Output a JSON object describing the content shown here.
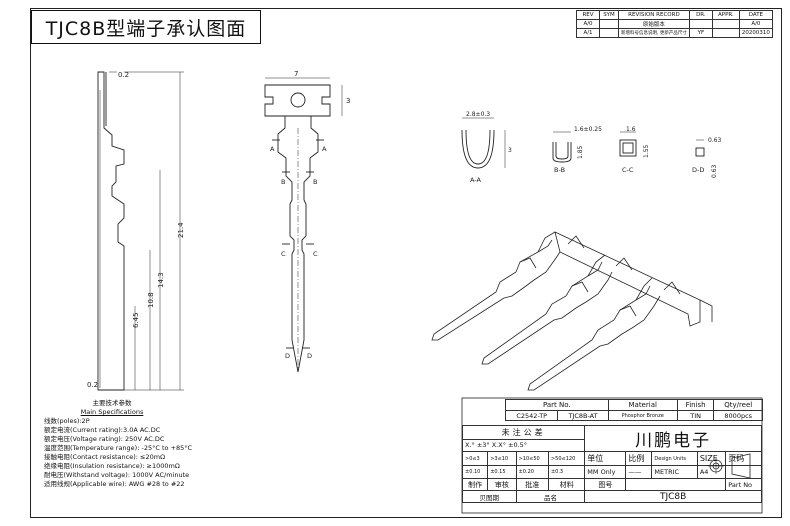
{
  "title": "TJC8B型端子承认图面",
  "revision_table": {
    "headers": [
      "REV",
      "SYM",
      "REVISION RECORD",
      "DR.",
      "APPR.",
      "DATE"
    ],
    "rows": [
      [
        "A/0",
        "",
        "原始版本",
        "",
        "",
        "A/0"
      ],
      [
        "A/1",
        "",
        "新增料号信息说明, 更新产品尺寸",
        "YF",
        "",
        "20200310"
      ]
    ]
  },
  "dimensions": {
    "thickness": "0.2",
    "width": "7",
    "height_top": "3",
    "len_21_4": "21.4",
    "len_14_3": "14.3",
    "len_10_8": "10.8",
    "len_6_45": "6.45",
    "sec_a_width": "2.8±0.3",
    "sec_b_width": "1.6±0.25",
    "sec_b_height": "1.85",
    "sec_c_width": "1.6",
    "sec_c_height": "1.55",
    "sec_d_width": "0.63",
    "sec_d_height": "0.63",
    "sec_a_height": "3"
  },
  "section_labels": [
    "A-A",
    "B-B",
    "C-C",
    "D-D"
  ],
  "cut_labels": [
    "A",
    "A",
    "B",
    "B",
    "C",
    "C",
    "D",
    "D"
  ],
  "specs": {
    "title_cn": "主要技术参数",
    "title_en": "Main Specifications",
    "lines": [
      "线数(poles):2P",
      "额定电流(Current rating):3.0A AC.DC",
      "额定电压(Voltage rating): 250V AC.DC",
      "温度范围(Temperature range): -25°C to +85°C",
      "接触电阻(Contact resistance): ≤20mΩ",
      "绝缘电阻(Insulation resistance): ≥1000mΩ",
      "耐电压(Withstand voltage): 1000V AC/minute",
      "适用线规(Applicable wire): AWG #28 to #22"
    ]
  },
  "parts_table": {
    "headers": [
      "Part No.",
      "Material",
      "Finish",
      "Qty/reel"
    ],
    "row": [
      "C2542-TP",
      "TJC8B-AT",
      "Phosphor Bronze",
      "TIN",
      "8000pcs"
    ]
  },
  "title_block": {
    "tolerance_title": "未注公差",
    "tolerance_line": "X.° ±3° X.X° ±0.5°",
    "tol_ranges": [
      ">0≤3",
      ">3≤10",
      ">10≤50",
      ">50≤120"
    ],
    "tol_values": [
      "±0.10",
      "±0.15",
      "±0.20",
      "±0.3"
    ],
    "unit_label": "单位",
    "unit_value": "MM Only",
    "scale_label": "比例",
    "scale_value": "——",
    "design_units_label": "Design Units",
    "design_units_value": "METRIC",
    "size_label": "SIZE",
    "size_value": "A4",
    "page_label": "页码",
    "company": "川鹏电子",
    "roles": [
      "制作",
      "审核",
      "批准",
      "材料",
      "图号"
    ],
    "part_no_label": "Part No",
    "bottom_labels": [
      "贝图期",
      "品名"
    ],
    "product_name": "TJC8B"
  }
}
